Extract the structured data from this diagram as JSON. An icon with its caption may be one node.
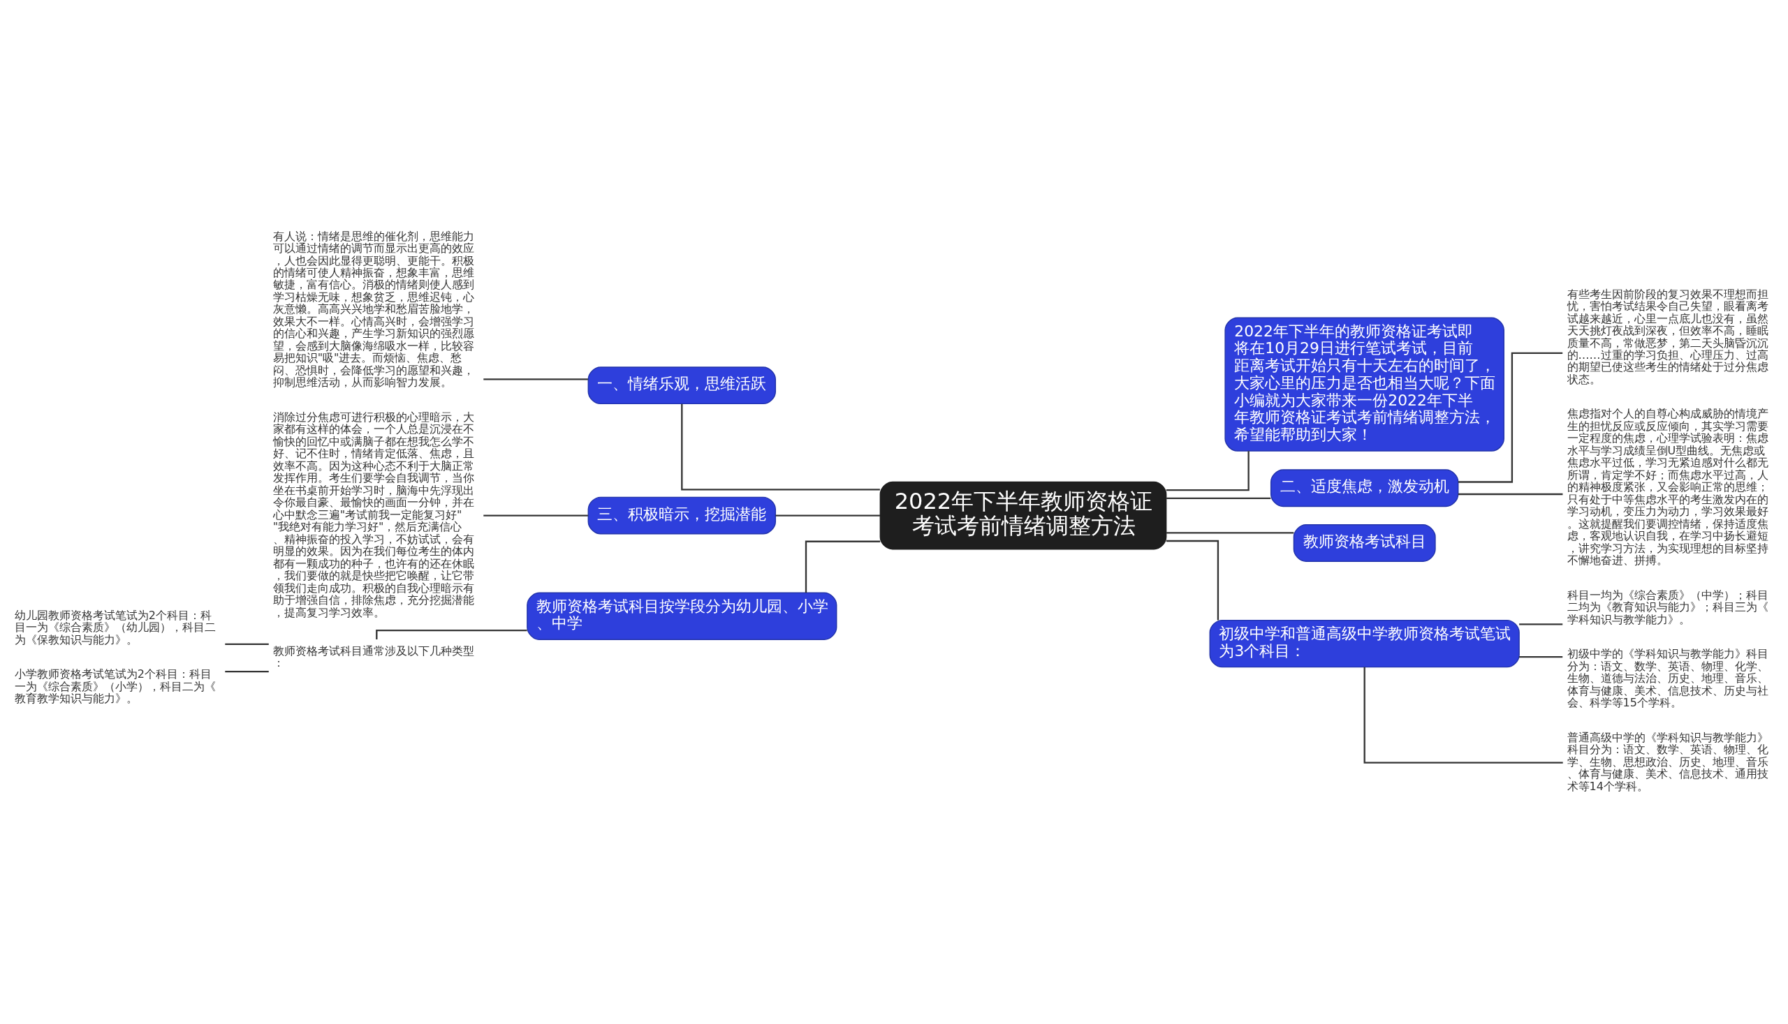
{
  "diagram": {
    "nodes": [
      {
        "text": [
          "2022年下半年教师资格证考试考前情绪调整方法"
        ]
      },
      {
        "text": [
          "2022年下半年的教师资格证考试即将在10月29日进行笔试考试，目前距离考试开始只有十天左右的时间了，大家心里的压力是否也相当大呢？下面小编就为大家带来一份2022年下半年教师资格证考试考前情绪调整方法，希望能帮助到大家！"
        ]
      },
      {
        "text": [
          "二、适度焦虑，激发动机"
        ]
      },
      {
        "text": [
          "有些考生因前阶段的复习效果不理想而担忧，害怕考试结果令自己失望，眼看离考试越来越近，心里一点底儿也没有，虽然天天挑灯夜战到深夜，但效率不高，睡眠质量不高，常做恶梦，第二天头脑昏沉沉的……过重的学习负担、心理压力、过高的期望已使这些考生的情绪处于过分焦虑状态。"
        ]
      },
      {
        "text": [
          "焦虑指对个人的自尊心构成威胁的情境产生的担忧反应或反应倾向，其实学习需要一定程度的焦虑，心理学试验表明：焦虑水平与学习成绩呈倒U型曲线。无焦虑或焦虑水平过低，学习无紧迫感对什么都无所谓，肯定学不好；而焦虑水平过高，人的精神极度紧张，又会影响正常的思维；只有处于中等焦虑水平的考生激发内在的学习动机，变压力为动力，学习效果最好。这就提醒我们要调控情绪，保持适度焦虑，客观地认识自我，在学习中扬长避短，讲究学习方法，为实现理想的目标坚持不懈地奋进、拼搏。"
        ]
      },
      {
        "text": [
          "教师资格考试科目"
        ]
      },
      {
        "text": [
          "初级中学和普通高级中学教师资格考试笔试为3个科目："
        ]
      },
      {
        "text": [
          "科目一均为《综合素质》（中学）；科目二均为《教育知识与能力》；科目三为《学科知识与教学能力》。"
        ]
      },
      {
        "text": [
          "初级中学的《学科知识与教学能力》科目分为：语文、数学、英语、物理、化学、生物、道德与法治、历史、地理、音乐、体育与健康、美术、信息技术、历史与社会、科学等15个学科。"
        ]
      },
      {
        "text": [
          "普通高级中学的《学科知识与教学能力》科目分为：语文、数学、英语、物理、化学、生物、思想政治、历史、地理、音乐、体育与健康、美术、信息技术、通用技术等14个学科。"
        ]
      },
      {
        "text": [
          "一、情绪乐观，思维活跃"
        ]
      },
      {
        "text": [
          "有人说：情绪是思维的催化剂，思维能力可以通过情绪的调节而显示出更高的效应，人也会因此显得更聪明、更能干。积极的情绪可使人精神振奋，想象丰富，思维敏捷，富有信心。消极的情绪则使人感到学习枯燥无味，想象贫乏，思维迟钝，心灰意懒。高高兴兴地学和愁眉苦脸地学，效果大不一样。心情高兴时，会增强学习的信心和兴趣，产生学习新知识的强烈愿望，会感到大脑像海绵吸水一样，比较容易把知识\"吸\"进去。而烦恼、焦虑、愁闷、恐惧时，会降低学习的愿望和兴趣，抑制思维活动，从而影响智力发展。"
        ]
      },
      {
        "text": [
          "三、积极暗示，挖掘潜能"
        ]
      },
      {
        "text": [
          "消除过分焦虑可进行积极的心理暗示，大家都有这样的体会，一个人总是沉浸在不愉快的回忆中或满脑子都在想我怎么学不好、记不住时，情绪肯定低落、焦虑，且效率不高。因为这种心态不利于大脑正常发挥作用。考生们要学会自我调节，当你坐在书桌前开始学习时，脑海中先浮现出令你最自豪、最愉快的画面一分钟，并在心中默念三遍\"考试前我一定能复习好\"\"我绝对有能力学习好\"，然后充满信心、精神振奋的投入学习，不妨试试，会有明显的效果。因为在我们每位考生的体内都有一颗成功的种子，也许有的还在休眠，我们要做的就是快些把它唤醒，让它带领我们走向成功。积极的自我心理暗示有助于增强自信，排除焦虑，充分挖掘潜能，提高复习学习效率。"
        ]
      },
      {
        "text": [
          "教师资格考试科目按学段分为幼儿园、小学、中学"
        ]
      },
      {
        "text": [
          "教师资格考试科目通常涉及以下几种类型："
        ]
      },
      {
        "text": [
          "幼儿园教师资格考试笔试为2个科目：科目一为《综合素质》（幼儿园），科目二为《保教知识与能力》。"
        ]
      },
      {
        "text": [
          "小学教师资格考试笔试为2个科目：科目一为《综合素质》（小学），科目二为《教育教学知识与能力》。"
        ]
      }
    ],
    "edges": [
      {
        "from": 0,
        "to": 1,
        "arrow": "none"
      },
      {
        "from": 0,
        "to": 2,
        "arrow": "none"
      },
      {
        "from": 2,
        "to": 3,
        "arrow": "none"
      },
      {
        "from": 2,
        "to": 4,
        "arrow": "none"
      },
      {
        "from": 0,
        "to": 5,
        "arrow": "none"
      },
      {
        "from": 0,
        "to": 6,
        "arrow": "none"
      },
      {
        "from": 6,
        "to": 7,
        "arrow": "none"
      },
      {
        "from": 6,
        "to": 8,
        "arrow": "none"
      },
      {
        "from": 6,
        "to": 9,
        "arrow": "none"
      },
      {
        "from": 0,
        "to": 10,
        "arrow": "none"
      },
      {
        "from": 10,
        "to": 11,
        "arrow": "none"
      },
      {
        "from": 0,
        "to": 12,
        "arrow": "none"
      },
      {
        "from": 12,
        "to": 13,
        "arrow": "none"
      },
      {
        "from": 0,
        "to": 14,
        "arrow": "none"
      },
      {
        "from": 14,
        "to": 15,
        "arrow": "none"
      },
      {
        "from": 15,
        "to": 16,
        "arrow": "none"
      },
      {
        "from": 15,
        "to": 17,
        "arrow": "none"
      }
    ]
  }
}
